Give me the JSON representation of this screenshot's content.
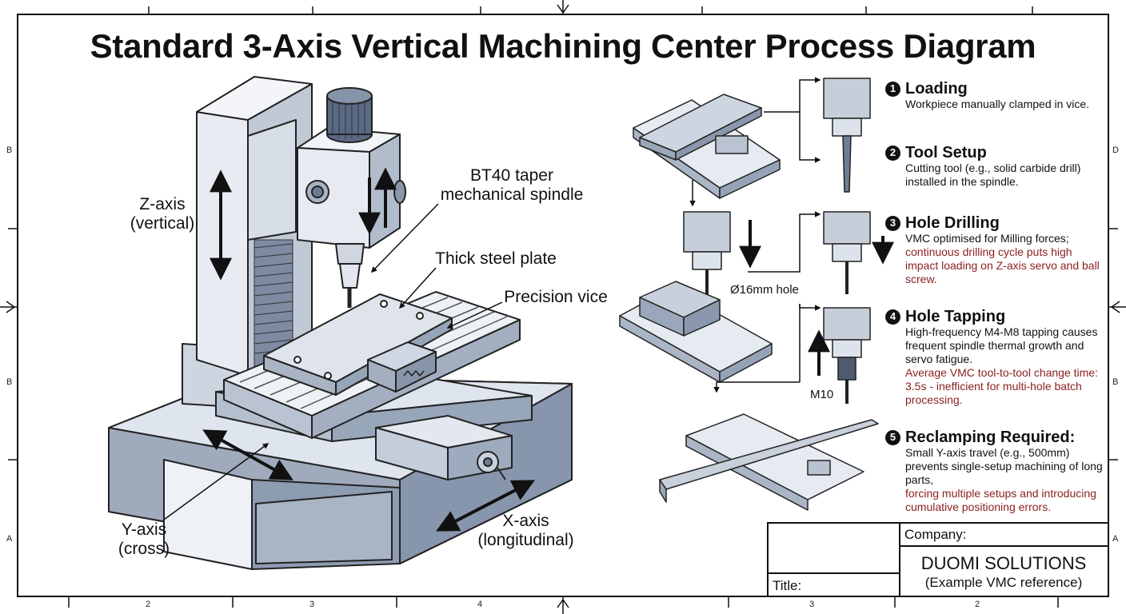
{
  "title": "Standard 3-Axis Vertical Machining Center Process Diagram",
  "machine_labels": {
    "z_axis": "Z-axis\n(vertical)",
    "spindle": "BT40 taper\nmechanical spindle",
    "plate": "Thick steel plate",
    "vice": "Precision vice",
    "y_axis": "Y-axis\n(cross)",
    "x_axis": "X-axis\n(longitudinal)"
  },
  "detail_labels": {
    "hole": "Ø16mm hole",
    "tap": "M10"
  },
  "steps": [
    {
      "num": "1",
      "title": "Loading",
      "body": "Workpiece manually clamped in vice.",
      "note": ""
    },
    {
      "num": "2",
      "title": "Tool Setup",
      "body": "Cutting tool (e.g., solid carbide drill) installed in the spindle.",
      "note": ""
    },
    {
      "num": "3",
      "title": "Hole Drilling",
      "body": "VMC optimised for Milling forces;",
      "note": "continuous drilling cycle puts high impact loading on Z-axis servo and ball screw."
    },
    {
      "num": "4",
      "title": "Hole Tapping",
      "body": "High-frequency M4-M8 tapping causes frequent spindle thermal growth and servo fatigue.",
      "note": "Average VMC tool-to-tool change time: 3.5s - inefficient for multi-hole batch processing."
    },
    {
      "num": "5",
      "title": "Reclamping Required:",
      "body": "Small Y-axis travel (e.g., 500mm) prevents single-setup machining of long parts,",
      "note": "forcing multiple setups and introducing cumulative positioning errors."
    }
  ],
  "title_block": {
    "company_label": "Company:",
    "company": "DUOMI SOLUTIONS",
    "company_sub": "(Example VMC reference)",
    "title_label": "Title:"
  },
  "frame_refs": {
    "bottom": [
      "2",
      "3",
      "4",
      "3",
      "2"
    ],
    "left": [
      "B",
      "B",
      "A"
    ],
    "right": [
      "D",
      "B",
      "A"
    ]
  },
  "colors": {
    "metal_light": "#e4e9f1",
    "metal_mid": "#b9c3d2",
    "metal_dark": "#7f8ea5",
    "outline": "#222222",
    "note_red": "#8a1f1f"
  }
}
